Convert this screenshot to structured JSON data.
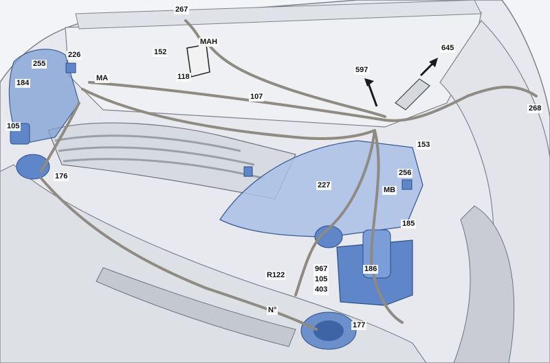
{
  "diagram": {
    "colors": {
      "body": "#e7e9ee",
      "body_line": "#7d828a",
      "component": "#5f86c8",
      "component_light": "#a9c0e6",
      "harness": "#8f8a82",
      "arrow": "#1a1a1a"
    },
    "labels": {
      "l267": "267",
      "l152": "152",
      "lMAH": "MAH",
      "l118": "118",
      "l107": "107",
      "l226": "226",
      "l255": "255",
      "lMA": "MA",
      "l184": "184",
      "l105a": "105",
      "l176": "176",
      "l645": "645",
      "l597": "597",
      "l268": "268",
      "l153": "153",
      "l256": "256",
      "l227": "227",
      "lMB": "MB",
      "l185": "185",
      "l186": "186",
      "l967": "967",
      "l105b": "105",
      "l403": "403",
      "lR122": "R122",
      "lN": "N°",
      "l177": "177"
    }
  }
}
